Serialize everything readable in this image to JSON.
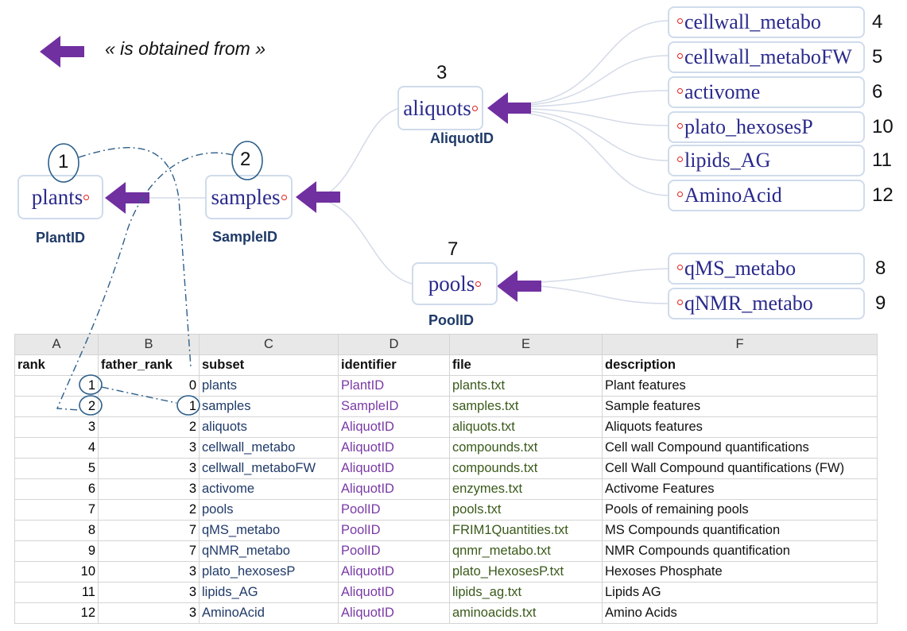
{
  "legend": {
    "text": "« is obtained from »",
    "arrow_color": "#7030a0"
  },
  "nodes": {
    "plants": {
      "label": "plants",
      "id_label": "PlantID",
      "rank": "1"
    },
    "samples": {
      "label": "samples",
      "id_label": "SampleID",
      "rank": "2"
    },
    "aliquots": {
      "label": "aliquots",
      "id_label": "AliquotID",
      "rank": "3"
    },
    "pools": {
      "label": "pools",
      "id_label": "PoolID",
      "rank": "7"
    }
  },
  "aliquot_children": [
    {
      "label": "cellwall_metabo",
      "rank": "4"
    },
    {
      "label": "cellwall_metaboFW",
      "rank": "5"
    },
    {
      "label": "activome",
      "rank": "6"
    },
    {
      "label": "plato_hexosesP",
      "rank": "10"
    },
    {
      "label": "lipids_AG",
      "rank": "11"
    },
    {
      "label": "AminoAcid",
      "rank": "12"
    }
  ],
  "pool_children": [
    {
      "label": "qMS_metabo",
      "rank": "8"
    },
    {
      "label": "qNMR_metabo",
      "rank": "9"
    }
  ],
  "sheet": {
    "column_letters": [
      "A",
      "B",
      "C",
      "D",
      "E",
      "F"
    ],
    "headers": [
      "rank",
      "father_rank",
      "subset",
      "identifier",
      "file",
      "description"
    ],
    "rows": [
      [
        "1",
        "0",
        "plants",
        "PlantID",
        "plants.txt",
        "Plant features"
      ],
      [
        "2",
        "1",
        "samples",
        "SampleID",
        "samples.txt",
        "Sample features"
      ],
      [
        "3",
        "2",
        "aliquots",
        "AliquotID",
        "aliquots.txt",
        "Aliquots features"
      ],
      [
        "4",
        "3",
        "cellwall_metabo",
        "AliquotID",
        "compounds.txt",
        "Cell wall Compound quantifications"
      ],
      [
        "5",
        "3",
        "cellwall_metaboFW",
        "AliquotID",
        "compounds.txt",
        "Cell Wall Compound quantifications (FW)"
      ],
      [
        "6",
        "3",
        "activome",
        "AliquotID",
        "enzymes.txt",
        "Activome Features"
      ],
      [
        "7",
        "2",
        "pools",
        "PoolID",
        "pools.txt",
        "Pools of remaining pools"
      ],
      [
        "8",
        "7",
        "qMS_metabo",
        "PoolID",
        "FRIM1Quantities.txt",
        "MS Compounds quantification"
      ],
      [
        "9",
        "7",
        "qNMR_metabo",
        "PoolID",
        "qnmr_metabo.txt",
        "NMR Compounds quantification"
      ],
      [
        "10",
        "3",
        "plato_hexosesP",
        "AliquotID",
        "plato_HexosesP.txt",
        "Hexoses Phosphate"
      ],
      [
        "11",
        "3",
        "lipids_AG",
        "AliquotID",
        "lipids_ag.txt",
        "Lipids AG"
      ],
      [
        "12",
        "3",
        "AminoAcid",
        "AliquotID",
        "aminoacids.txt",
        "Amino Acids"
      ]
    ]
  }
}
